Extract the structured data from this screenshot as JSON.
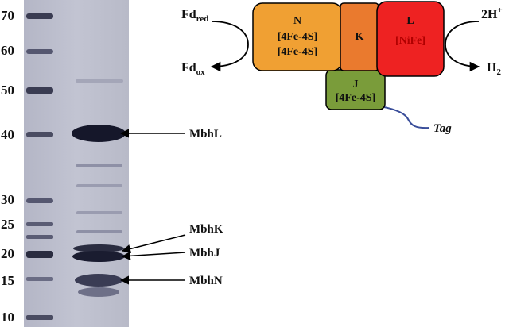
{
  "gel": {
    "ladder_labels": [
      "70",
      "60",
      "50",
      "40",
      "30",
      "25",
      "20",
      "15",
      "10"
    ],
    "band_labels": [
      "MbhL",
      "MbhK",
      "MbhJ",
      "MbhN"
    ]
  },
  "complex": {
    "subunits": [
      {
        "name": "N",
        "lines": [
          "[4Fe-4S]",
          "[4Fe-4S]"
        ],
        "color": "#f0a033"
      },
      {
        "name": "K",
        "lines": [],
        "color": "#ea7a2e"
      },
      {
        "name": "L",
        "lines": [
          "[NiFe]"
        ],
        "color": "#ee2222"
      },
      {
        "name": "J",
        "lines": [
          "[4Fe-4S]"
        ],
        "color": "#7a9c3a"
      }
    ],
    "left_reaction": {
      "in": "Fd",
      "in_sub": "red",
      "out": "Fd",
      "out_sub": "ox"
    },
    "right_reaction": {
      "in": "2H",
      "in_sup": "+",
      "out": "H",
      "out_sub": "2"
    },
    "tag_label": "Tag"
  }
}
